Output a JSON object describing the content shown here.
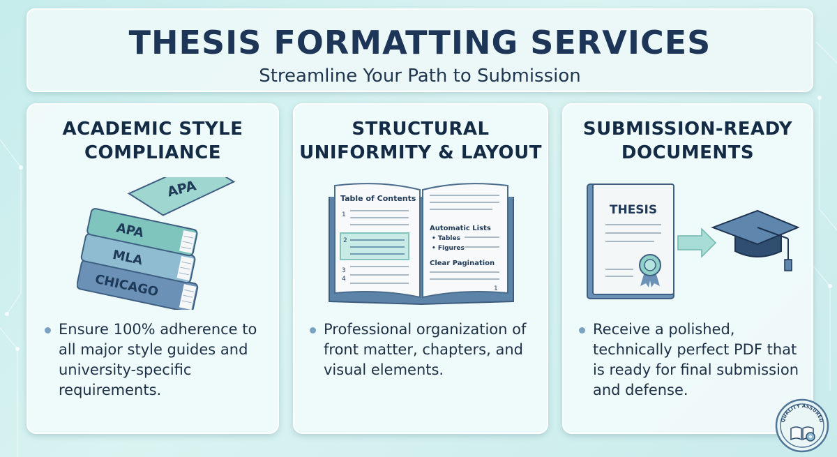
{
  "header": {
    "title": "THESIS FORMATTING SERVICES",
    "subtitle": "Streamline Your Path to Submission"
  },
  "cards": [
    {
      "title_line1": "ACADEMIC STYLE",
      "title_line2": "COMPLIANCE",
      "books": [
        "APA",
        "APA",
        "MLA",
        "CHICAGO"
      ],
      "bullet": "Ensure 100% adherence to all major style guides and university-specific requirements."
    },
    {
      "title_line1": "STRUCTURAL",
      "title_line2": "UNIFORMITY & LAYOUT",
      "toc_title": "Table of Contents",
      "toc_numbers": [
        "1",
        "2",
        "3",
        "4"
      ],
      "right_page": {
        "auto_lists": "Automatic Lists",
        "item1": "• Tables",
        "item2": "• Figures",
        "pagination": "Clear Pagination",
        "page_number": "1"
      },
      "bullet": "Professional organization of front matter, chapters, and visual elements."
    },
    {
      "title_line1": "SUBMISSION-READY",
      "title_line2": "DOCUMENTS",
      "doc_label": "THESIS",
      "bullet": "Receive a polished, technically perfect PDF that is ready for final submission and defense."
    }
  ],
  "badge": {
    "text": "QUALITY ASSURED"
  },
  "colors": {
    "title": "#1d3557",
    "accent_teal": "#8fd0c8",
    "book_blue": "#5f87ad",
    "bullet_dot": "#7aa3c2"
  }
}
